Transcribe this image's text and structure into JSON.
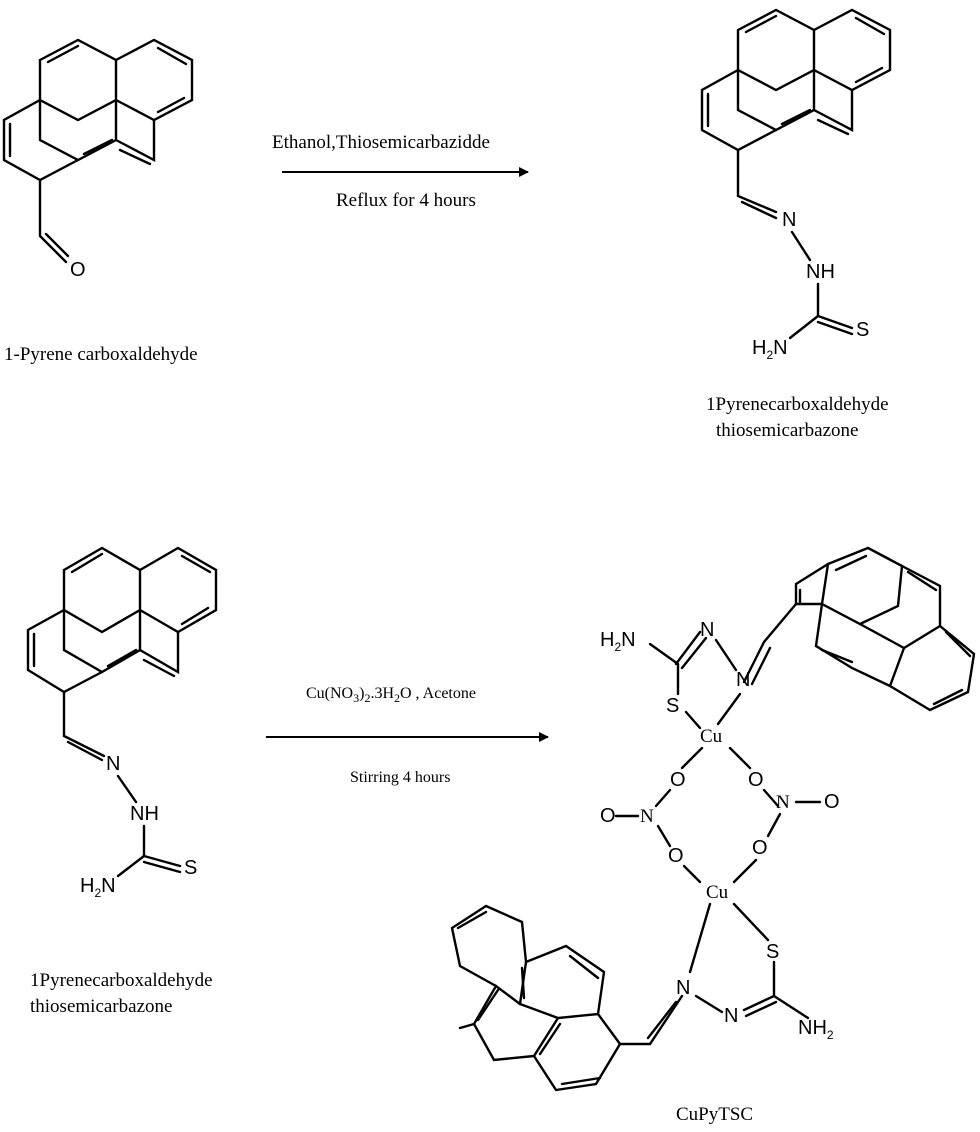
{
  "reaction1": {
    "reactant_name": "1-Pyrene carboxaldehyde",
    "conditions_above": "Ethanol,Thiosemicarbazidde",
    "conditions_below": "Reflux for 4 hours",
    "product_name_line1": "1Pyrenecarboxaldehyde",
    "product_name_line2": "thiosemicarbazone",
    "atoms": {
      "O": "O",
      "N": "N",
      "NH": "NH",
      "S": "S",
      "H2N_main": "H",
      "H2N_sub": "2",
      "H2N_tail": "N"
    }
  },
  "reaction2": {
    "reactant_name_line1": "1Pyrenecarboxaldehyde",
    "reactant_name_line2": "thiosemicarbazone",
    "conditions_above_parts": [
      "Cu(NO",
      "3",
      ")",
      "2",
      ".3H",
      "2",
      "O , Acetone"
    ],
    "conditions_below": "Stirring 4 hours",
    "product_name": "CuPyTSC",
    "atoms": {
      "N": "N",
      "NH": "NH",
      "S": "S",
      "O": "O",
      "Cu": "Cu",
      "H2N_main": "H",
      "H2N_sub": "2",
      "H2N_tail": "N",
      "NH2_main": "NH",
      "NH2_sub": "2"
    }
  }
}
